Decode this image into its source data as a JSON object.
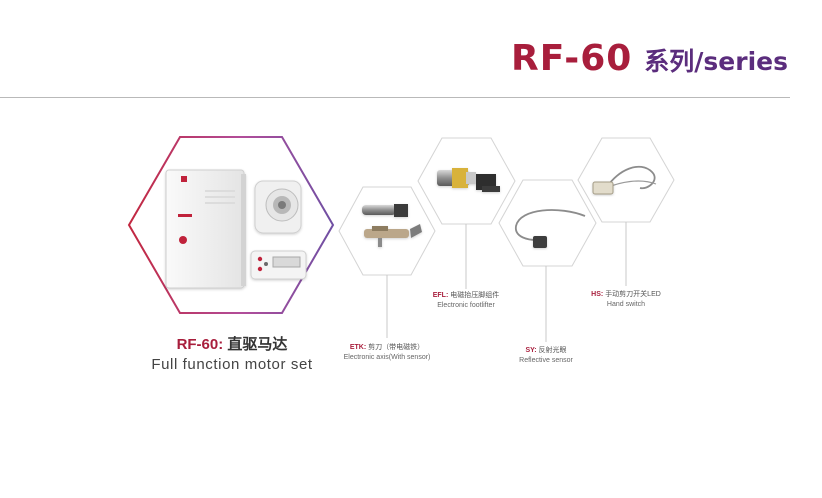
{
  "title": {
    "model": "RF-60",
    "series": "系列/series"
  },
  "main": {
    "code": "RF-60:",
    "name_cn": "直驱马达",
    "name_en": "Full function motor set"
  },
  "accessories": [
    {
      "code": "ETK:",
      "cn": "剪刀（带电磁铁）",
      "en": "Electronic axis(With sensor)"
    },
    {
      "code": "EFL:",
      "cn": "电磁抬压脚组件",
      "en": "Electronic footlifter"
    },
    {
      "code": "SY:",
      "cn": "反射光眼",
      "en": "Reflective sensor"
    },
    {
      "code": "HS:",
      "cn": "手动剪刀开关LED",
      "en": "Hand switch"
    }
  ],
  "colors": {
    "accent": "#a81e3c",
    "purple": "#5b2d7d",
    "rule": "#b9b9b9"
  },
  "icons": [
    "motor-set-photo",
    "scissor-solenoid-photo",
    "footlifter-photo",
    "reflective-sensor-photo",
    "hand-switch-photo"
  ]
}
